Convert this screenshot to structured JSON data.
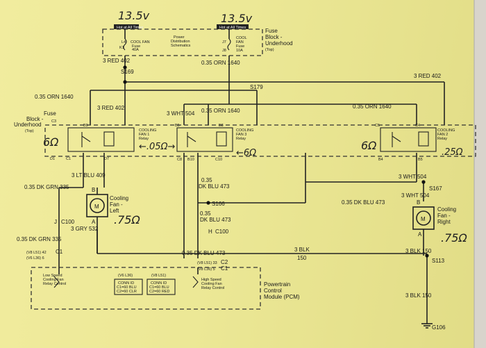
{
  "fuse_block": {
    "voltage_left": "13.5v",
    "voltage_right": "13.5v",
    "hot_label": "Hot at All Times",
    "coolfan_fuse": "COOL FAN",
    "coolfan_fuse_sub": "Fuse",
    "coolfan_fuse_amp": "40A",
    "coolfan_fuse_id": "L4",
    "coolfan_fuse_k": "K1",
    "power_dist": "Power",
    "power_dist_2": "Distribution",
    "power_dist_3": "Schematics",
    "cool_fan2": "COOL",
    "cool_fan2_b": "FAN",
    "cool_fan2_c": "Fuse",
    "cool_fan2_amp": "10A",
    "cool_fan2_id": "J7",
    "cool_fan2_k": "J8",
    "title": "Fuse",
    "title2": "Block -",
    "title3": "Underhood",
    "title4": "(Top)"
  },
  "wires": {
    "red402_top": "3 RED 402",
    "s169": "S169",
    "orn1640_top": "0.35 ORN 1640",
    "red402_right": "3 RED 402",
    "s179": "S179",
    "orn1640_left": "0.35 ORN 1640",
    "red402_left": "3 RED 402",
    "wht504_mid": "3 WHT 504",
    "orn1640_mid": "0.35 ORN 1640",
    "orn1640_right": "0.35 ORN 1640",
    "ltblu409": "3 LT BLU 409",
    "dkgrn335": "0.35 DK GRN 335",
    "dkblu473_a": "0.35",
    "dkblu473_a2": "DK BLU 473",
    "s166": "S166",
    "dkblu473_b": "0.35",
    "dkblu473_b2": "DK BLU 473",
    "c100_mid": "C100",
    "c100_mid_h": "H",
    "c100_left": "C100",
    "c100_left_j": "J",
    "gry532": "3 GRY 532",
    "dkgrn335_b": "0.35 DK GRN 335",
    "dkblu473_c": "0.35 DK BLU 473",
    "wht504_right": "3 WHT 504",
    "s167": "S167",
    "wht504_right2": "3 WHT 504",
    "dkblu473_right": "0.35 DK BLU 473",
    "blk150_mid": "3 BLK",
    "blk150_mid2": "150",
    "blk150_right": "3 BLK 150",
    "s113": "S113",
    "blk150_bottom": "3 BLK 150",
    "g106": "G106",
    "l42": "(V8 L51) 42",
    "l42_c": "C1",
    "l6": "(V6 L36) 6",
    "l33": "(V8 L51) 33",
    "l33_c": "C2",
    "l5": "(V8 L36) 5",
    "l5_c": "C1"
  },
  "relays": {
    "fan1_name": "COOLING",
    "fan1_name2": "FAN 1",
    "fan1_name3": "Relay",
    "fan1_pin_top": "B9",
    "fan1_pin_bot": "D7",
    "fan1_pin_bl": "C1",
    "fan1_pin_br": "D1",
    "fan1_c": "C3",
    "fan2_name": "COOLING",
    "fan2_name2": "FAN 2",
    "fan2_name3": "Relay",
    "fan2_pin_top": "C4",
    "fan2_pin_bot": "B5",
    "fan2_pin_tl": "C5",
    "fan2_pin_bl": "B4",
    "fan3_name": "COOLING",
    "fan3_name2": "FAN 3",
    "fan3_name3": "Relay",
    "fan3_pin_top": "B8",
    "fan3_pin_tl": "B5",
    "fan3_pin_bl": "C8",
    "fan3_pin_b2": "B10",
    "fan3_pin_b3": "C10",
    "fuse_block_left": "Fuse",
    "fuse_block_left2": "Block -",
    "fuse_block_left3": "Underhood",
    "fuse_block_left4": "(Top)"
  },
  "motors": {
    "left_name": "Cooling",
    "left_name2": "Fan -",
    "left_name3": "Left",
    "left_pin": "B",
    "left_pin2": "A",
    "right_name": "Cooling",
    "right_name2": "Fan -",
    "right_name3": "Right",
    "right_pin": "B",
    "right_pin2": "A",
    "motor_symbol": "M"
  },
  "pcm": {
    "low_speed": "Low Speed",
    "low_speed2": "Cooling Fan",
    "low_speed3": "Relay Control",
    "high_speed": "High Speed",
    "high_speed2": "Cooling Fan",
    "high_speed3": "Relay Control",
    "title": "Powertrain",
    "title2": "Control",
    "title3": "Module (PCM)",
    "conn_l36": "(V6 L36)",
    "conn_l36_b": "CONN ID",
    "conn_l36_c": "C1=60 BLU",
    "conn_l36_d": "C2=60 CLR",
    "conn_l51": "(V8 L51)",
    "conn_l51_b": "CONN ID",
    "conn_l51_c": "C1=60 BLU",
    "conn_l51_d": "C2=60 RED"
  },
  "handwritten": {
    "ohm_left": "6Ω",
    "ohm_mid": "←.05Ω→",
    "ohm_mid2": "←6Ω",
    "ohm_right": "6Ω",
    "ohm_right2": ".25Ω",
    "ohm_motor_left": ".75Ω",
    "ohm_motor_right": ".75Ω"
  }
}
